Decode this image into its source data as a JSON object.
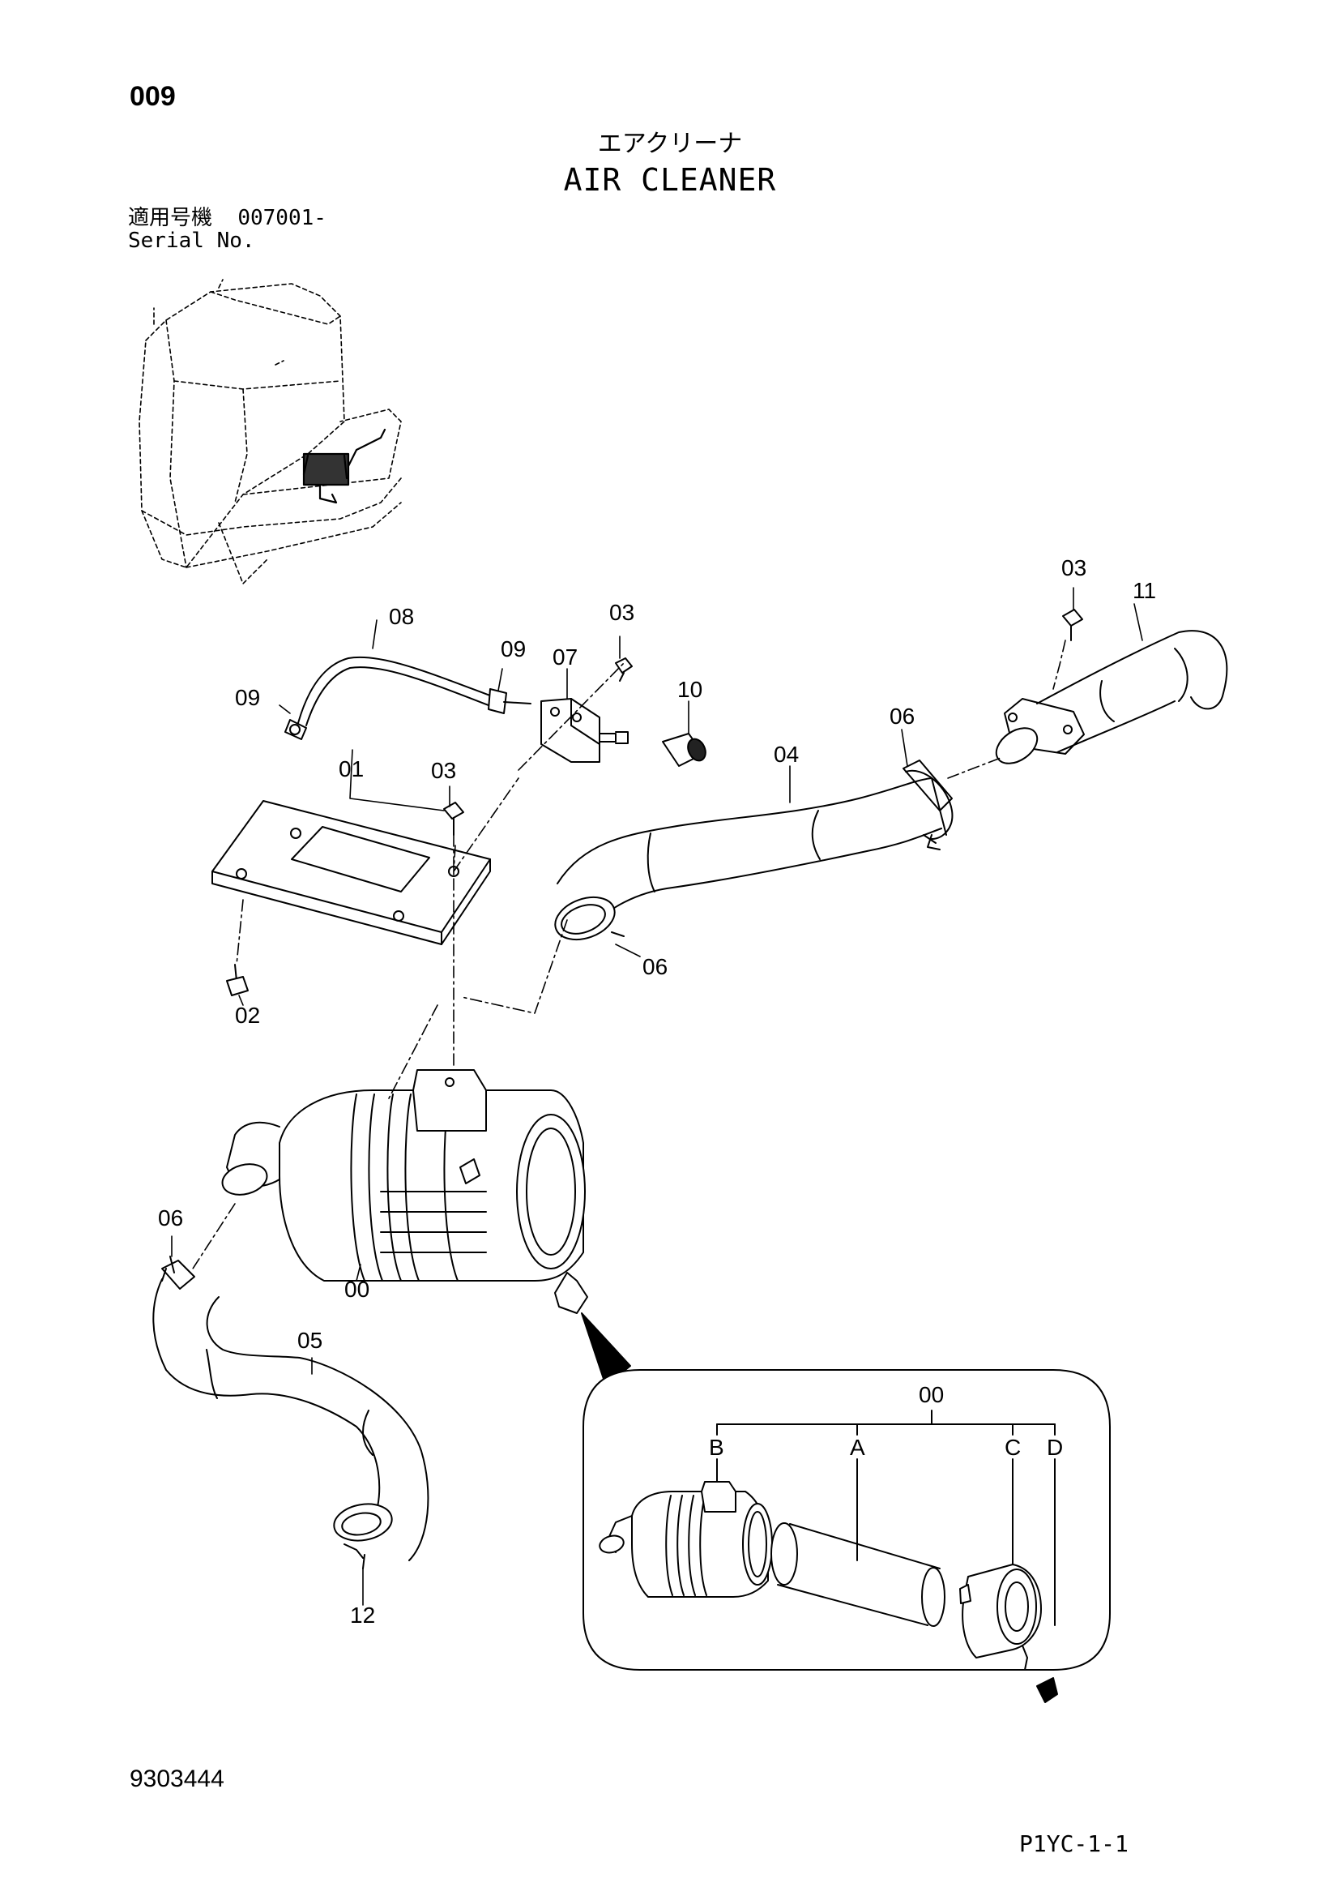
{
  "header": {
    "page_number": "009",
    "title_jp": "エアクリーナ",
    "title_en": "AIR CLEANER",
    "applicable_jp": "適用号機",
    "serial_range": "007001-",
    "serial_label": "Serial No."
  },
  "callouts": {
    "c00": "00",
    "c01": "01",
    "c02": "02",
    "c03a": "03",
    "c03b": "03",
    "c03c": "03",
    "c04": "04",
    "c05": "05",
    "c06a": "06",
    "c06b": "06",
    "c06c": "06",
    "c07": "07",
    "c08": "08",
    "c09a": "09",
    "c09b": "09",
    "c10": "10",
    "c11": "11",
    "c12": "12",
    "inset_00": "00",
    "inset_A": "A",
    "inset_B": "B",
    "inset_C": "C",
    "inset_D": "D"
  },
  "footer": {
    "doc_number": "9303444",
    "sheet_code": "P1YC-1-1"
  },
  "icons": [
    "excavator-location-icon",
    "air-cleaner-assembly",
    "detail-arrow-icon"
  ]
}
